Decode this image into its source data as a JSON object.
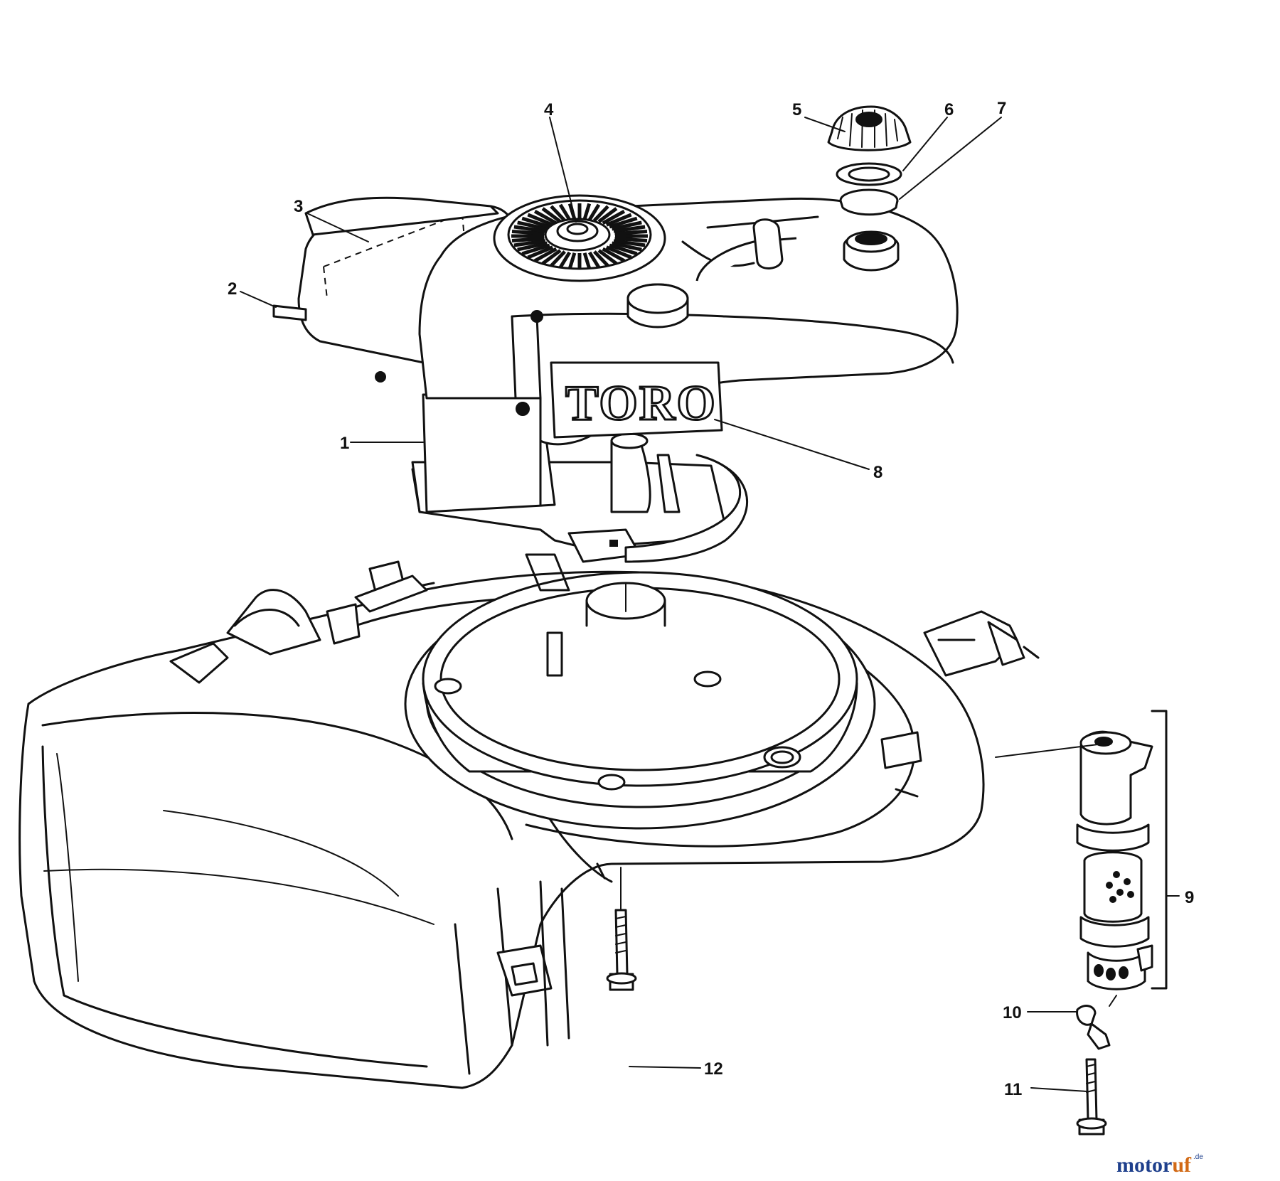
{
  "diagram": {
    "brand_label": "TORO",
    "callouts": [
      "1",
      "2",
      "3",
      "4",
      "5",
      "6",
      "7",
      "8",
      "9",
      "10",
      "11",
      "12"
    ]
  },
  "watermark": {
    "part_a": "motor",
    "part_b": "uf",
    "suffix": ".de"
  }
}
